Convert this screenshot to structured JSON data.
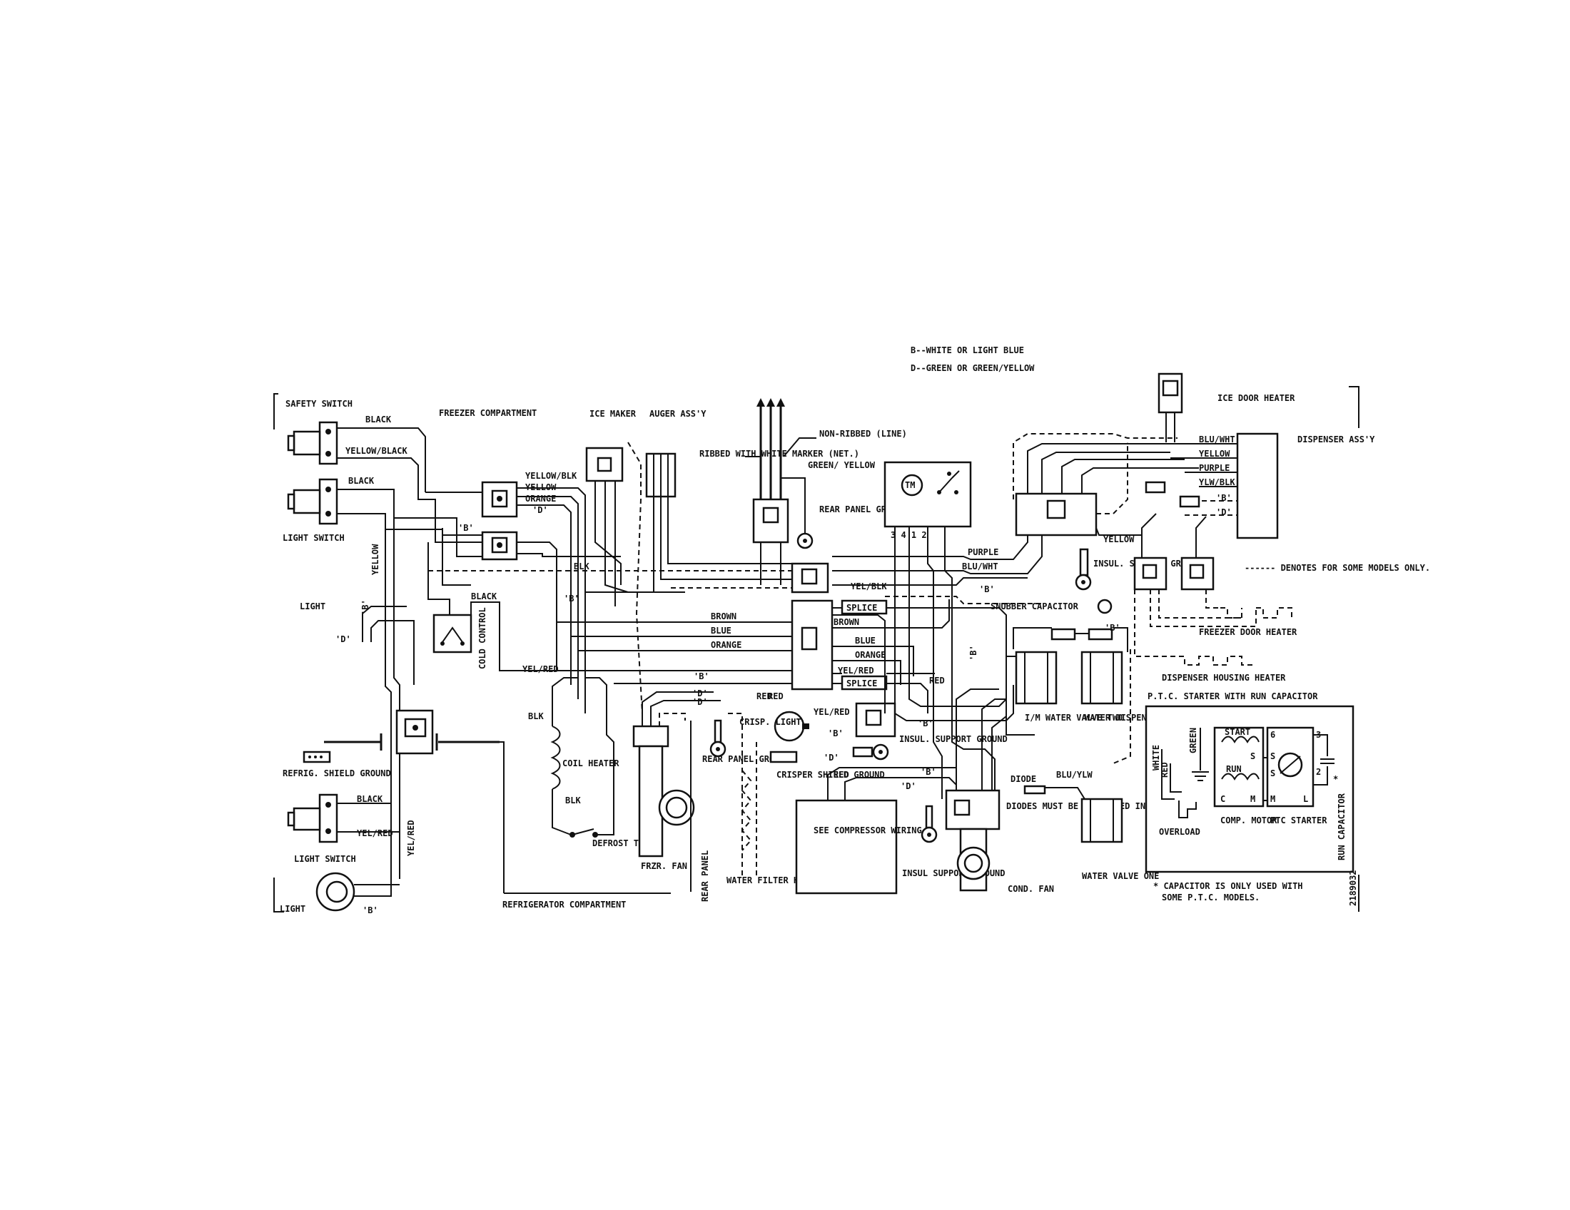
{
  "legend": {
    "b": "B--WHITE OR LIGHT BLUE",
    "d": "D--GREEN OR GREEN/YELLOW",
    "optional": "------ DENOTES FOR SOME MODELS ONLY."
  },
  "labels": {
    "safety_switch": "SAFETY SWITCH",
    "freezer_compartment": "FREEZER COMPARTMENT",
    "light_switch_top": "LIGHT SWITCH",
    "light_top": "LIGHT",
    "refrig_shield_ground": "REFRIG. SHIELD GROUND",
    "light_switch_bottom": "LIGHT SWITCH",
    "light_bottom": "LIGHT",
    "refrigerator_compartment": "REFRIGERATOR COMPARTMENT",
    "ice_maker": "ICE MAKER",
    "auger_assy": "AUGER ASS'Y",
    "ribbed": "RIBBED WITH WHITE MARKER (NET.)",
    "non_ribbed": "NON-RIBBED (LINE)",
    "green_yellow": "GREEN/ YELLOW",
    "rear_panel_ground": "REAR PANEL GROUND",
    "tm": "TM",
    "terminals": "3  4  1  2",
    "cold_control": "COLD CONTROL",
    "coil_heater": "COIL HEATER",
    "defrost_therm": "DEFROST THERM.",
    "fzr_fan": "FRZR. FAN",
    "crisp_light": "CRISP. LIGHT",
    "rear_panel_ground2": "REAR PANEL GROUND",
    "water_filter_heater": "WATER FILTER HEATER",
    "rear_panel": "REAR PANEL",
    "crisper_shield_ground": "CRISPER SHIELD GROUND",
    "insul_support_ground1": "INSUL. SUPPORT GROUND",
    "see_compressor_wiring": "SEE COMPRESSOR WIRING",
    "insul_support_ground2": "INSUL SUPPORT GROUND",
    "cond_fan": "COND. FAN",
    "diodes_note": "DIODES MUST BE POLARIZED IN SAME DIRECTION",
    "diode": "DIODE",
    "water_valve_one": "WATER VALVE ONE",
    "im_water_valve_two": "I/M WATER VALVE TWO",
    "water_dispenser_valve_two": "WATER DISPENSER VALVE TWO",
    "snubber_capacitor": "SNUBBER CAPACITOR",
    "insul_support_ground3": "INSUL. SUPPORT GROUND",
    "ice_door_heater": "ICE DOOR HEATER",
    "dispenser_assy": "DISPENSER ASS'Y",
    "freezer_door_heater": "FREEZER DOOR HEATER",
    "dispenser_housing_heater": "DISPENSER HOUSING HEATER",
    "ptc_title": "P.T.C. STARTER WITH RUN CAPACITOR",
    "overload": "OVERLOAD",
    "comp_motor": "COMP. MOTOR",
    "ptc_starter": "PTC STARTER",
    "run_capacitor": "RUN CAPACITOR",
    "start": "START",
    "run": "RUN",
    "capacitor_note": "* CAPACITOR IS ONLY USED WITH SOME P.T.C. MODELS.",
    "part_number": "2189032"
  },
  "wire_colors": {
    "black": "BLACK",
    "yellow_black": "YELLOW/BLACK",
    "yellow_blk": "YELLOW/BLK",
    "yellow": "YELLOW",
    "orange": "ORANGE",
    "blk": "BLK",
    "brown": "BROWN",
    "blue": "BLUE",
    "yel_red": "YEL/RED",
    "red": "RED",
    "purple": "PURPLE",
    "blu_wht": "BLU/WHT",
    "yel_blk": "YEL/BLK",
    "ylw_blk": "YLW/BLK",
    "blu_ylw": "BLU/YLW",
    "white": "WHITE",
    "green": "GREEN",
    "splice": "SPLICE",
    "b_marker": "'B'",
    "d_marker": "'D'"
  }
}
